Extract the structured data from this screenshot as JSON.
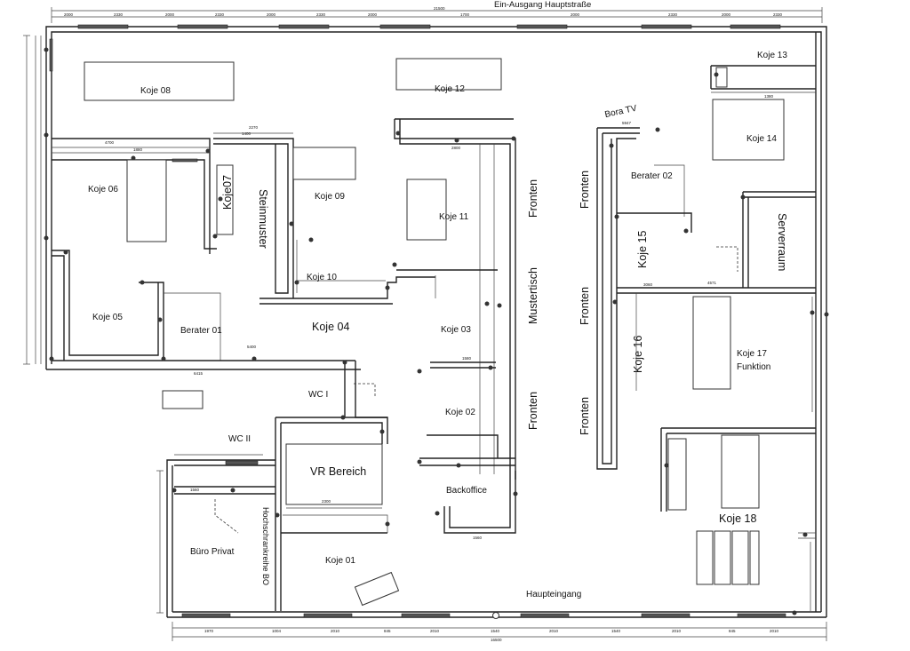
{
  "header": {
    "title": "Ein-Ausgang Hauptstraße"
  },
  "rooms": {
    "koje01": "Koje 01",
    "koje02": "Koje 02",
    "koje03": "Koje 03",
    "koje04": "Koje 04",
    "koje05": "Koje 05",
    "koje06": "Koje 06",
    "koje07": "Koje07",
    "koje08": "Koje 08",
    "koje09": "Koje 09",
    "koje10": "Koje 10",
    "koje11": "Koje 11",
    "koje12": "Koje 12",
    "koje13": "Koje 13",
    "koje14": "Koje 14",
    "koje15": "Koje 15",
    "koje16": "Koje 16",
    "koje17_line1": "Koje 17",
    "koje17_line2": "Funktion",
    "koje18": "Koje 18",
    "berater01": "Berater 01",
    "berater02": "Berater 02",
    "bora_tv": "Bora TV",
    "steinmuster": "Steinmuster",
    "mustertisch": "Mustertisch",
    "fronten": "Fronten",
    "serverraum": "Serverraum",
    "wc1": "WC I",
    "wc2": "WC II",
    "vr_bereich": "VR Bereich",
    "backoffice": "Backoffice",
    "buero_privat": "Büro Privat",
    "hochschrank": "Hochschrankreihe BO",
    "haupteingang": "Haupteingang"
  },
  "dimensions": {
    "top_total": "21500",
    "top_segments": [
      "2000",
      "2330",
      "2000",
      "2330",
      "2000",
      "2330",
      "2000",
      "1700",
      "2000",
      "2330",
      "2000",
      "2330"
    ],
    "bottom_total": "16500",
    "bottom_segments": [
      "1970",
      "1004",
      "2010",
      "845",
      "2010",
      "1540",
      "2010",
      "1540",
      "2010",
      "845",
      "2010"
    ],
    "dims_inner": [
      "4700",
      "1880",
      "2270",
      "1400",
      "2800",
      "1580",
      "1560",
      "6415",
      "5400",
      "4571",
      "5947",
      "3060",
      "1380",
      "1650",
      "2300",
      "1560"
    ]
  },
  "colors": {
    "wall": "#222222",
    "window": "#555555",
    "background": "#ffffff"
  }
}
